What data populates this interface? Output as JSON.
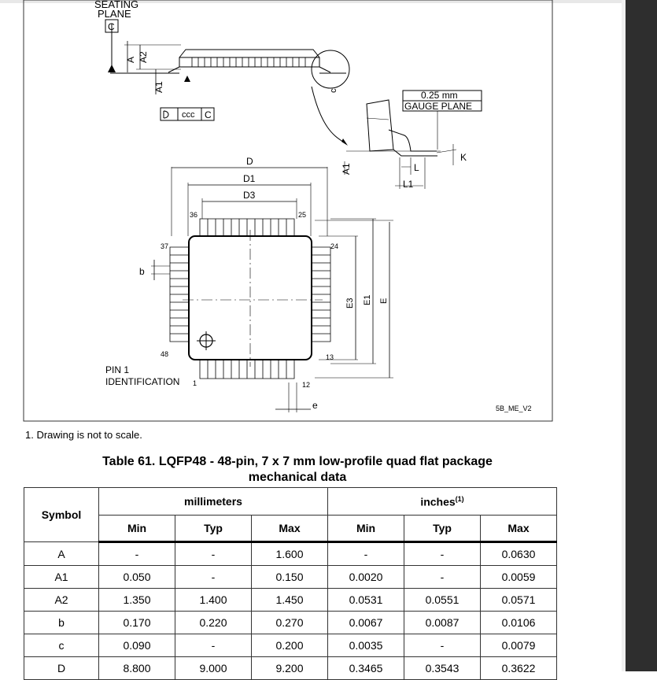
{
  "drawing": {
    "seating_plane_1": "SEATING",
    "seating_plane_2": "PLANE",
    "datum_c": "C",
    "label_a": "A",
    "label_a2": "A2",
    "label_a1": "A1",
    "label_c": "c",
    "ccc_label": "ccc",
    "ccc_datum": "C",
    "gauge_value": "0.25 mm",
    "gauge_plane": "GAUGE PLANE",
    "label_k": "K",
    "label_a1_detail": "A1",
    "label_l": "L",
    "label_l1": "L1",
    "label_d": "D",
    "label_d1": "D1",
    "label_d3": "D3",
    "pin_36": "36",
    "pin_25": "25",
    "pin_37": "37",
    "pin_24": "24",
    "pin_48": "48",
    "pin_13": "13",
    "pin_1": "1",
    "pin_12": "12",
    "label_b": "b",
    "label_e3": "E3",
    "label_e1": "E1",
    "label_e": "E",
    "label_e_pitch": "e",
    "pin1_id_1": "PIN 1",
    "pin1_id_2": "IDENTIFICATION",
    "drawing_code": "5B_ME_V2"
  },
  "note": "1.  Drawing is not to scale.",
  "table": {
    "caption": "Table 61. LQFP48 - 48-pin, 7 x 7 mm low-profile quad flat package mechanical data",
    "header_symbol": "Symbol",
    "header_mm": "millimeters",
    "header_inches": "inches",
    "header_inches_note": "(1)",
    "sub_headers": [
      "Min",
      "Typ",
      "Max",
      "Min",
      "Typ",
      "Max"
    ],
    "rows": [
      {
        "symbol": "A",
        "values": [
          "-",
          "-",
          "1.600",
          "-",
          "-",
          "0.0630"
        ]
      },
      {
        "symbol": "A1",
        "values": [
          "0.050",
          "-",
          "0.150",
          "0.0020",
          "-",
          "0.0059"
        ]
      },
      {
        "symbol": "A2",
        "values": [
          "1.350",
          "1.400",
          "1.450",
          "0.0531",
          "0.0551",
          "0.0571"
        ]
      },
      {
        "symbol": "b",
        "values": [
          "0.170",
          "0.220",
          "0.270",
          "0.0067",
          "0.0087",
          "0.0106"
        ]
      },
      {
        "symbol": "c",
        "values": [
          "0.090",
          "-",
          "0.200",
          "0.0035",
          "-",
          "0.0079"
        ]
      },
      {
        "symbol": "D",
        "values": [
          "8.800",
          "9.000",
          "9.200",
          "0.3465",
          "0.3543",
          "0.3622"
        ]
      }
    ]
  }
}
